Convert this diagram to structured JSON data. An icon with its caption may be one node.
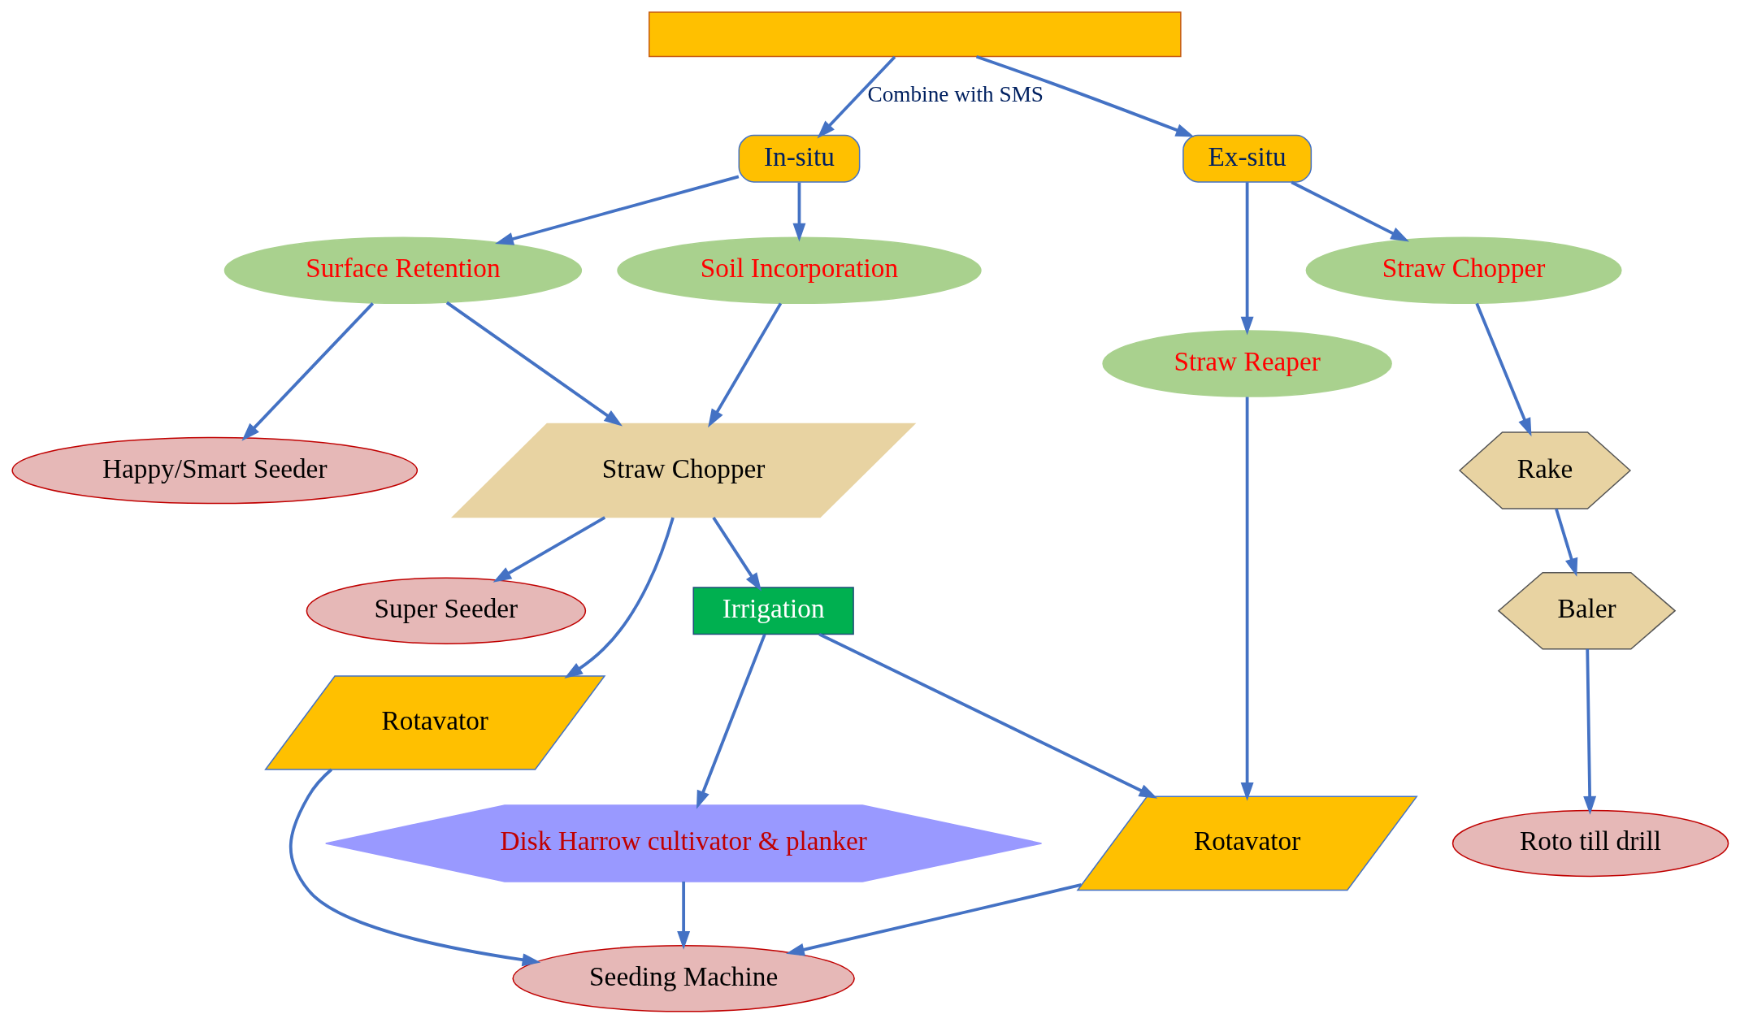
{
  "diagram": {
    "nodes": [
      {
        "text": [],
        "shape": "box"
      },
      {
        "text": [
          "In-situ"
        ]
      },
      {
        "text": [
          "Ex-situ"
        ]
      },
      {
        "text": [
          "Surface Retention"
        ]
      },
      {
        "text": [
          "Soil Incorporation"
        ]
      },
      {
        "text": [
          "Straw Reaper"
        ]
      },
      {
        "text": [
          "Straw Chopper"
        ]
      },
      {
        "text": [
          "Straw Chopper"
        ]
      },
      {
        "text": [
          "Rake"
        ]
      },
      {
        "text": [
          "Baler"
        ]
      },
      {
        "text": [
          "Irrigation"
        ]
      },
      {
        "text": [
          "Rotavator"
        ]
      },
      {
        "text": [
          "Rotavator"
        ]
      },
      {
        "text": [
          "Disk Harrow cultivator & planker"
        ]
      },
      {
        "text": [
          "Happy/Smart Seeder"
        ]
      },
      {
        "text": [
          "Super Seeder"
        ]
      },
      {
        "text": [
          "Seeding Machine"
        ]
      },
      {
        "text": [
          "Roto till drill"
        ]
      }
    ],
    "edges": [
      {
        "from": 0,
        "to": 1,
        "arrow": "to",
        "label": "Combine with SMS"
      },
      {
        "from": 0,
        "to": 2,
        "arrow": "to"
      },
      {
        "from": 1,
        "to": 3,
        "arrow": "to"
      },
      {
        "from": 1,
        "to": 4,
        "arrow": "to"
      },
      {
        "from": 2,
        "to": 5,
        "arrow": "to"
      },
      {
        "from": 2,
        "to": 6,
        "arrow": "to"
      },
      {
        "from": 3,
        "to": 7,
        "arrow": "to"
      },
      {
        "from": 4,
        "to": 7,
        "arrow": "to"
      },
      {
        "from": 3,
        "to": 14,
        "arrow": "to"
      },
      {
        "from": 6,
        "to": 8,
        "arrow": "to"
      },
      {
        "from": 8,
        "to": 9,
        "arrow": "to"
      },
      {
        "from": 7,
        "to": 10,
        "arrow": "to"
      },
      {
        "from": 7,
        "to": 11,
        "arrow": "to"
      },
      {
        "from": 7,
        "to": 15,
        "arrow": "to"
      },
      {
        "from": 10,
        "to": 13,
        "arrow": "to"
      },
      {
        "from": 10,
        "to": 12,
        "arrow": "to"
      },
      {
        "from": 5,
        "to": 12,
        "arrow": "to"
      },
      {
        "from": 9,
        "to": 17,
        "arrow": "to"
      },
      {
        "from": 11,
        "to": 16,
        "arrow": "to"
      },
      {
        "from": 13,
        "to": 16,
        "arrow": "to"
      },
      {
        "from": 12,
        "to": 16,
        "arrow": "to"
      }
    ]
  }
}
